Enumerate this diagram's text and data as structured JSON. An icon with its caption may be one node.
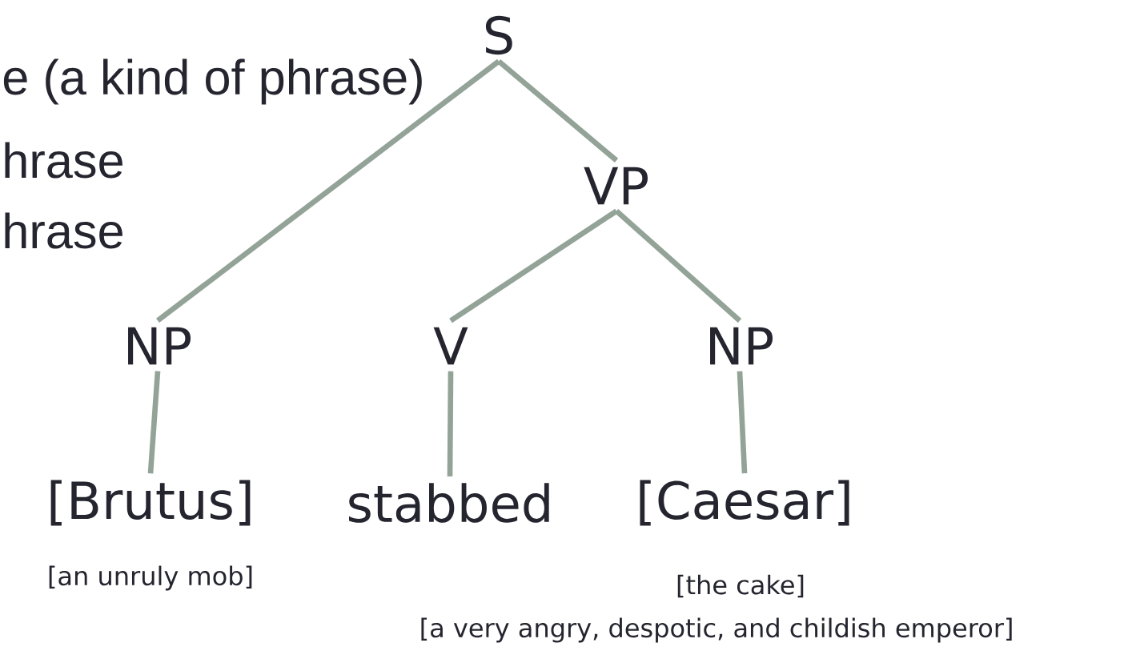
{
  "diagram": {
    "nodes": [
      {
        "text": [
          "S"
        ]
      },
      {
        "text": [
          "VP"
        ]
      },
      {
        "text": [
          "NP"
        ]
      },
      {
        "text": [
          "V"
        ]
      },
      {
        "text": [
          "NP"
        ]
      },
      {
        "text": [
          "[Brutus]"
        ],
        "beside": [
          "[an unruly mob]"
        ]
      },
      {
        "text": [
          "stabbed"
        ]
      },
      {
        "text": [
          "[Caesar]"
        ],
        "beside": [
          "[the cake]",
          "[a very angry, despotic, and childish emperor]"
        ]
      }
    ],
    "edges": [
      {
        "from": 0,
        "to": 2,
        "arrow": "none"
      },
      {
        "from": 0,
        "to": 1,
        "arrow": "none"
      },
      {
        "from": 1,
        "to": 3,
        "arrow": "none"
      },
      {
        "from": 1,
        "to": 4,
        "arrow": "none"
      },
      {
        "from": 2,
        "to": 5,
        "arrow": "none"
      },
      {
        "from": 3,
        "to": 6,
        "arrow": "none"
      },
      {
        "from": 4,
        "to": 7,
        "arrow": "none"
      }
    ],
    "labels": [
      "e (a kind of phrase)",
      "hrase",
      "hrase"
    ]
  }
}
